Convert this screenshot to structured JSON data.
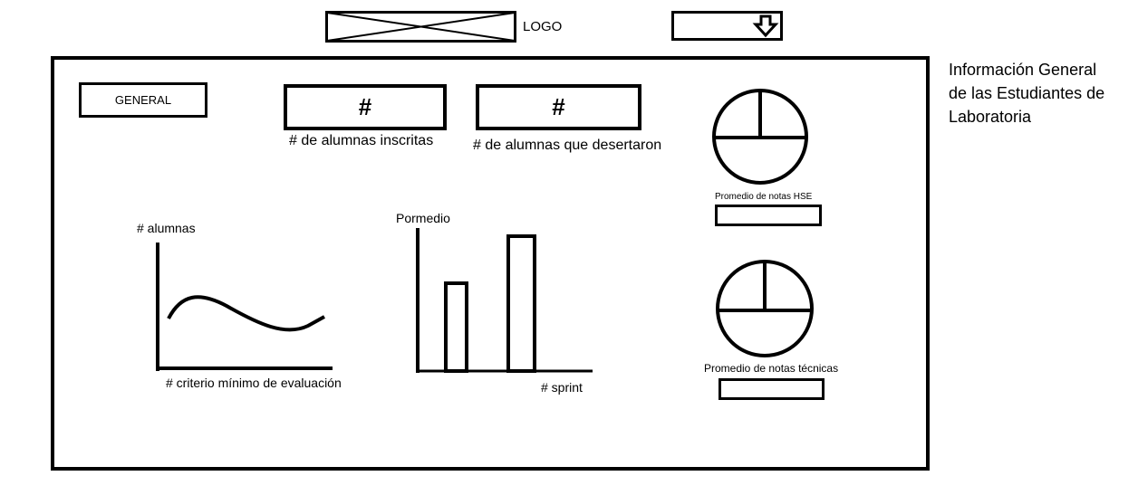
{
  "header": {
    "logo_text": "LOGO",
    "logo_icon": "image-placeholder-icon",
    "dropdown_icon": "arrow-down-icon"
  },
  "side_note": {
    "lines": [
      "Información General",
      "de las Estudiantes de",
      "Laboratoria"
    ]
  },
  "dashboard": {
    "general_button": "GENERAL",
    "kpis": [
      {
        "value": "#",
        "caption": "# de alumnas inscritas"
      },
      {
        "value": "#",
        "caption": "# de alumnas que desertaron"
      }
    ],
    "line_chart": {
      "ylabel": "# alumnas",
      "xlabel": "# criterio mínimo de evaluación"
    },
    "bar_chart": {
      "ylabel": "Pormedio",
      "xlabel": "# sprint"
    },
    "pie_hse": {
      "caption": "Promedio de notas HSE",
      "icon": "pie-chart-icon"
    },
    "pie_tech": {
      "caption": "Promedio de notas técnicas",
      "icon": "pie-chart-icon"
    }
  }
}
